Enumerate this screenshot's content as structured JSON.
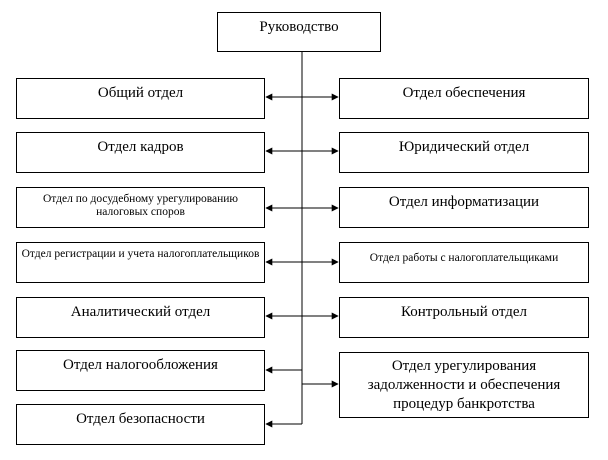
{
  "root": {
    "label": "Руководство"
  },
  "left": [
    {
      "label": "Общий отдел",
      "size": "normal"
    },
    {
      "label": "Отдел кадров",
      "size": "normal"
    },
    {
      "label": "Отдел по досудебному урегулированию налоговых споров",
      "size": "small"
    },
    {
      "label": "Отдел регистрации  и учета налогоплательщиков",
      "size": "small"
    },
    {
      "label": "Аналитический отдел",
      "size": "normal"
    },
    {
      "label": "Отдел налогообложения",
      "size": "normal"
    },
    {
      "label": "Отдел безопасности",
      "size": "normal"
    }
  ],
  "right": [
    {
      "label": "Отдел обеспечения",
      "size": "normal"
    },
    {
      "label": "Юридический отдел",
      "size": "normal"
    },
    {
      "label": "Отдел информатизации",
      "size": "normal"
    },
    {
      "label": "Отдел работы с налогоплательщиками",
      "size": "small"
    },
    {
      "label": "Контрольный отдел",
      "size": "normal"
    },
    {
      "label": "Отдел урегулирования задолженности и обеспечения процедур банкротства",
      "size": "large"
    }
  ]
}
